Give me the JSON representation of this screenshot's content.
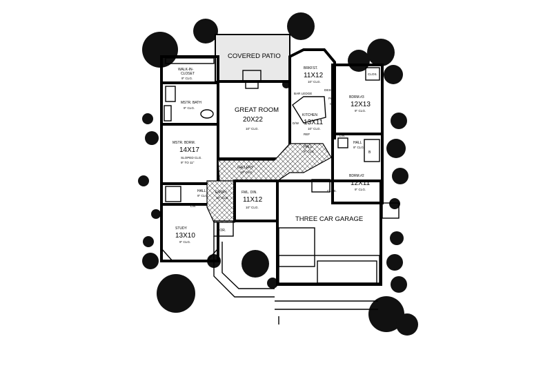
{
  "plan": {
    "rooms": {
      "covered_patio": "COVERED PATIO",
      "walk_in_closet_1": "WALK-IN-",
      "walk_in_closet_2": "CLOSET",
      "walk_in_closet_clg": "9\" CLG.",
      "mstr_bath": "MSTR. BATH",
      "mstr_bath_clg": "9\" CLG.",
      "great_room": "GREAT ROOM",
      "great_room_dim": "20X22",
      "great_room_clg": "10\" CLG.",
      "brkfst": "BRKFST.",
      "brkfst_dim": "11X12",
      "brkfst_clg": "10\" CLG.",
      "bar_ledge": "BAR LEDGE",
      "desk": "DESK",
      "kitchen": "KITCHEN",
      "kitchen_dim": "13X11",
      "kitchen_clg": "10\" CLG.",
      "pan": "PAN",
      "ov": "OV.",
      "dw": "D/W",
      "ref": "REF",
      "bdrm3": "BDRM.#3",
      "bdrm3_dim": "12X13",
      "bdrm3_clg": "9\" CLG.",
      "clos_1": "CLOS.",
      "mstr_bdrm": "MSTR. BDRM.",
      "mstr_bdrm_dim": "14X17",
      "mstr_bdrm_clg_1": "SLOPED CLG.",
      "mstr_bdrm_clg_2": "9\" TO 11\"",
      "hall_1": "HALL",
      "hall_1_clg": "9\" CLG.",
      "lin_1": "LIN",
      "bath": "B",
      "hall_2": "HALL",
      "hall_2_clg": "9\" CLG.",
      "gallery": "GALLERY",
      "gallery_clg": "10\" CLG.",
      "bdrm2": "BDRM.#2",
      "bdrm2_dim": "12X11",
      "bdrm2_clg": "9\" CLG.",
      "clos_2": "CLOS.",
      "hall_3": "HALL",
      "hall_3_clg": "9\" CLG.",
      "lin_2": "LIN",
      "entry": "ENTRY",
      "entry_clg": "10\" CLG.",
      "fml_din": "FML. DIN.",
      "fml_din_dim": "11X12",
      "fml_din_clg": "10\" CLG.",
      "three_car_garage": "THREE CAR GARAGE",
      "study": "STUDY",
      "study_dim": "13X10",
      "study_clg": "9\" CLG.",
      "por": "POR."
    },
    "colors": {
      "ink": "#000000",
      "paper": "#ffffff",
      "patio_fill": "#e9e9e9"
    }
  }
}
